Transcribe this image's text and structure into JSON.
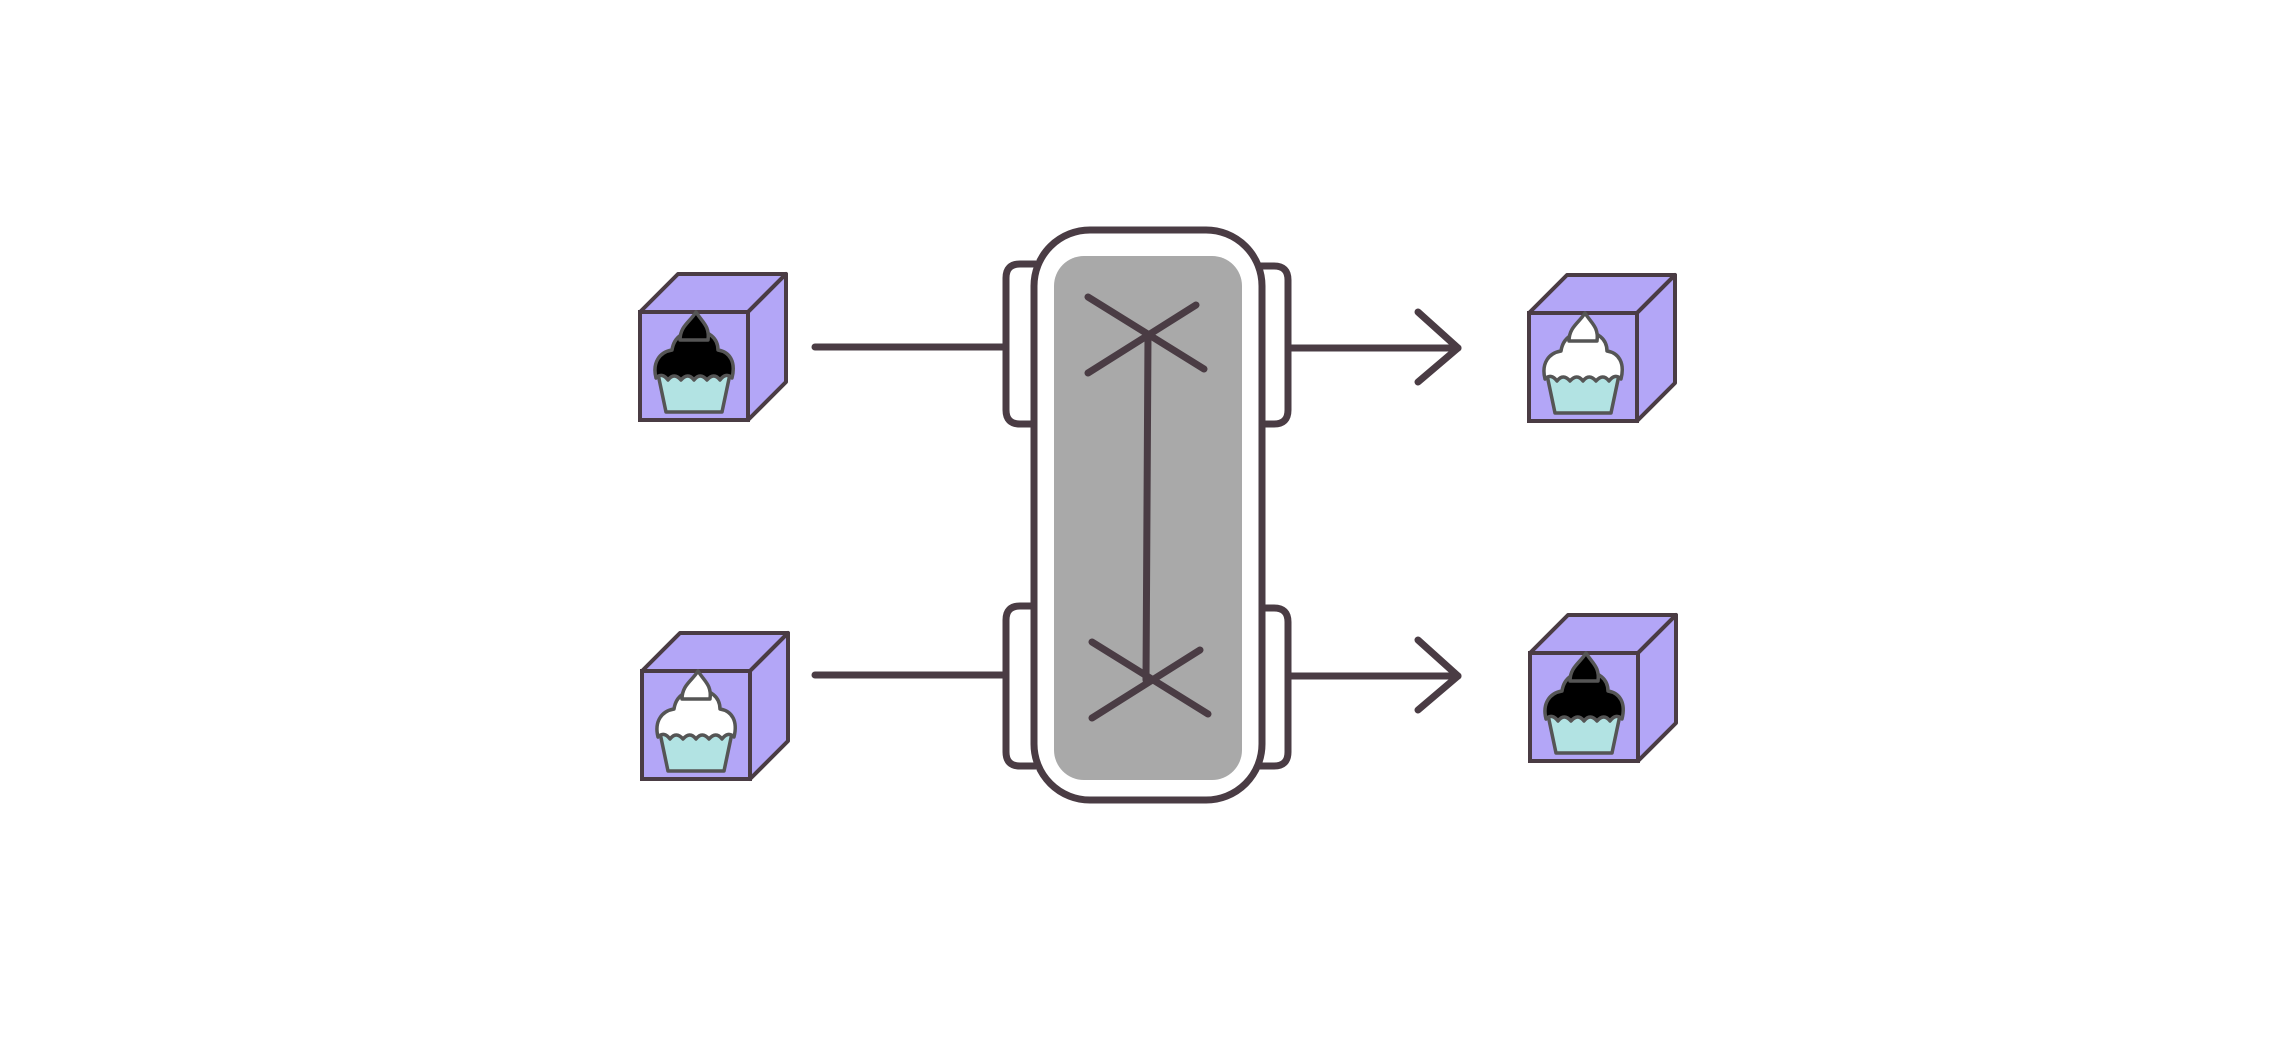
{
  "diagram": {
    "description_role": "swap-gate-diagram",
    "colors": {
      "background": "#ffffff",
      "stroke": "#4a3c44",
      "box_front": "#b3a6f7",
      "box_side": "#b3a6f7",
      "gate_fill": "#a9a9a9",
      "gate_frame": "#ffffff",
      "cup_liner": "#b2e3e3",
      "frosting_dark": "#000000",
      "frosting_light": "#ffffff"
    },
    "inputs": [
      {
        "id": "input-top",
        "frosting": "dark"
      },
      {
        "id": "input-bottom",
        "frosting": "light"
      }
    ],
    "outputs": [
      {
        "id": "output-top",
        "frosting": "light"
      },
      {
        "id": "output-bottom",
        "frosting": "dark"
      }
    ],
    "gate": {
      "type": "swap",
      "icons": [
        "swap-cross-icon",
        "swap-cross-icon"
      ]
    }
  }
}
